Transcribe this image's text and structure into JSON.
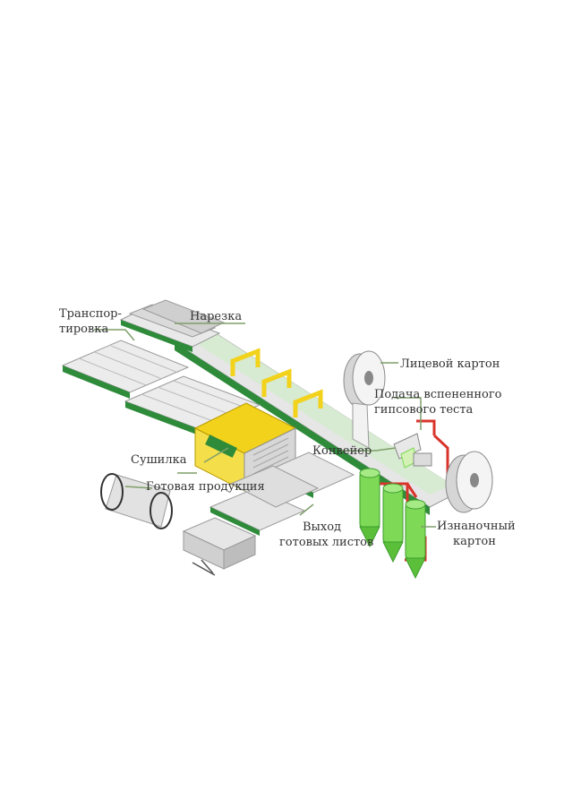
{
  "labels": {
    "transport_line1": "Транспор-",
    "transport_line2": "тировка",
    "cutting": "Нарезка",
    "face_carton": "Лицевой картон",
    "foam_line1": "Подача вспененного",
    "foam_line2": "гипсового теста",
    "dryer": "Сушилка",
    "conveyor": "Конвейер",
    "finished_products": "Готовая продукция",
    "output_line1": "Выход",
    "output_line2": "готовых листов",
    "back_carton_line1": "Изнаночный",
    "back_carton_line2": "картон"
  },
  "colors": {
    "green": "#2e8b3a",
    "light_green": "#7ed957",
    "yellow": "#f2d21b",
    "red": "#d9342b",
    "gray": "#cfcfcf",
    "pointer": "#7f9f6a"
  }
}
